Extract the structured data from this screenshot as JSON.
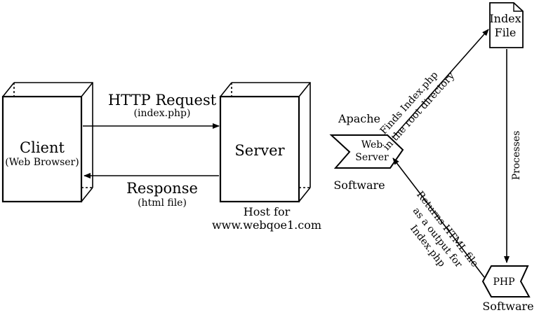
{
  "client": {
    "title": "Client",
    "subtitle": "(Web Browser)"
  },
  "server": {
    "title": "Server",
    "host_line1": "Host for",
    "host_line2": "www.webqoe1.com"
  },
  "http_request": {
    "label": "HTTP Request",
    "sublabel": "(index.php)"
  },
  "response": {
    "label": "Response",
    "sublabel": "(html file)"
  },
  "web_server": {
    "line1": "Web",
    "line2": "Server",
    "top_label": "Apache",
    "bottom_label": "Software"
  },
  "index_file": {
    "line1": "Index",
    "line2": "File"
  },
  "finds_label": {
    "line1": "Finds Index.php",
    "line2": "in the root directory"
  },
  "processes_label": "Processes",
  "php": {
    "label": "PHP",
    "bottom_label": "Software"
  },
  "returns_label": {
    "line1": "Returns HTML file",
    "line2": "as a output for",
    "line3": "Index.php"
  }
}
